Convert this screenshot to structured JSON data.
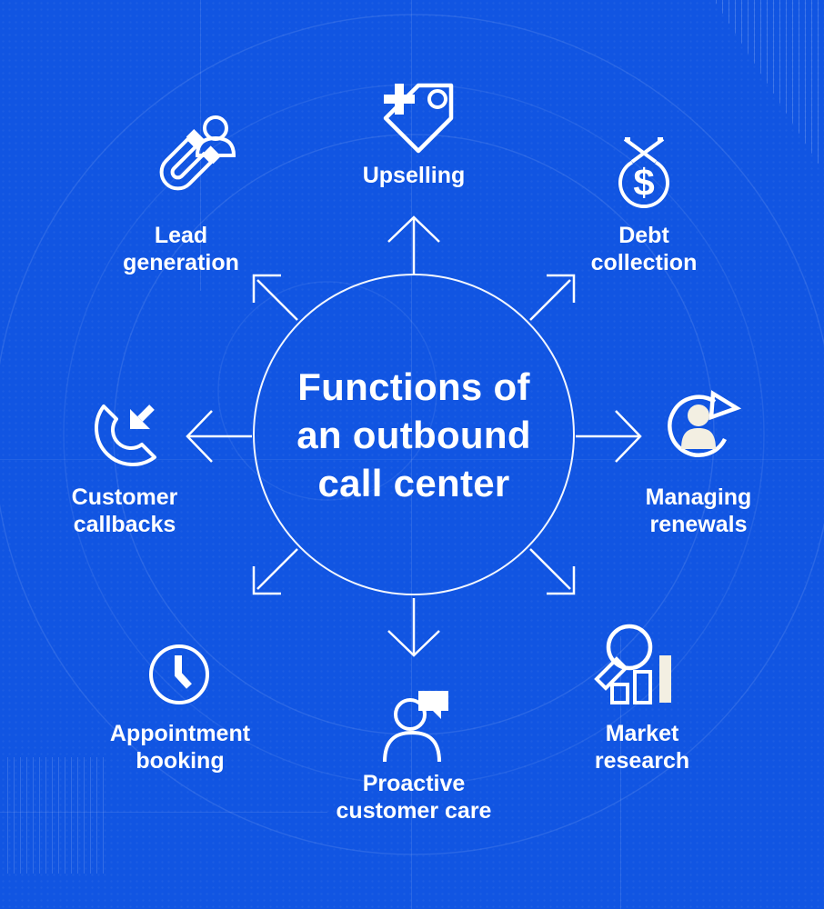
{
  "title": {
    "lines": [
      "Functions of",
      "an outbound",
      "call center"
    ],
    "text": "Functions of an outbound call center"
  },
  "colors": {
    "background": "#1155e2",
    "foreground": "#ffffff",
    "cream": "#f3efe2"
  },
  "diagram": {
    "type": "radial-hub-spoke",
    "center_shape": "circle",
    "spoke_count": 8,
    "arrow_direction": "outward"
  },
  "nodes": [
    {
      "id": "lead-generation",
      "position": "top-left",
      "icon": "magnet-person-icon",
      "label": "Lead generation",
      "label_lines": [
        "Lead",
        "generation"
      ]
    },
    {
      "id": "upselling",
      "position": "top",
      "icon": "price-tag-plus-icon",
      "label": "Upselling",
      "label_lines": [
        "Upselling"
      ]
    },
    {
      "id": "debt-collection",
      "position": "top-right",
      "icon": "money-bag-icon",
      "label": "Debt collection",
      "label_lines": [
        "Debt",
        "collection"
      ],
      "symbol": "$"
    },
    {
      "id": "customer-callbacks",
      "position": "left",
      "icon": "phone-callback-icon",
      "label": "Customer callbacks",
      "label_lines": [
        "Customer",
        "callbacks"
      ]
    },
    {
      "id": "managing-renewals",
      "position": "right",
      "icon": "person-renewal-icon",
      "label": "Managing renewals",
      "label_lines": [
        "Managing",
        "renewals"
      ]
    },
    {
      "id": "appointment-booking",
      "position": "bottom-left",
      "icon": "clock-icon",
      "label": "Appointment booking",
      "label_lines": [
        "Appointment",
        "booking"
      ]
    },
    {
      "id": "proactive-customer-care",
      "position": "bottom",
      "icon": "person-chat-icon",
      "label": "Proactive customer care",
      "label_lines": [
        "Proactive",
        "customer care"
      ]
    },
    {
      "id": "market-research",
      "position": "bottom-right",
      "icon": "magnifier-chart-icon",
      "label": "Market research",
      "label_lines": [
        "Market",
        "research"
      ]
    }
  ]
}
